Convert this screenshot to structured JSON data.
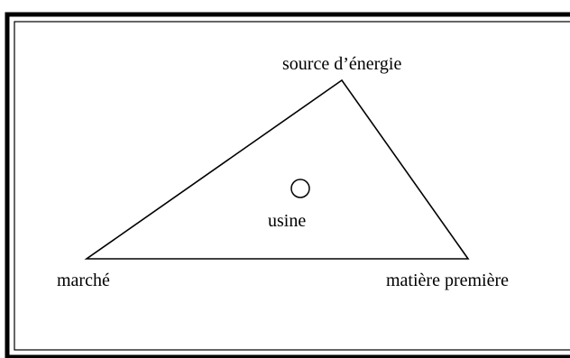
{
  "diagram": {
    "labels": {
      "energy_source": "source d’énergie",
      "factory": "usine",
      "market": "marché",
      "raw_material": "matière première"
    },
    "colors": {
      "ink": "#000000",
      "background": "#ffffff"
    }
  }
}
